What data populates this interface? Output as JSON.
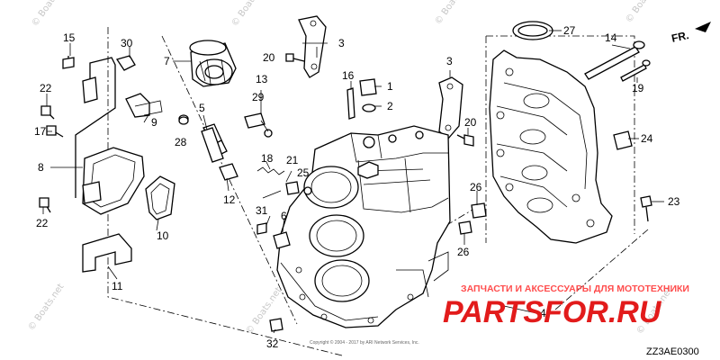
{
  "diagram": {
    "code": "ZZ3AE0300",
    "direction_label": "FR.",
    "watermark": "© Boats.net",
    "shop_text": "ЗАПЧАСТИ И АКСЕССУАРЫ ДЛЯ МОТОТЕХНИКИ",
    "shop_logo": "PARTSFOR.RU",
    "footer_text": "Copyright © 2004 - 2017 by ARI Network Services, Inc.",
    "callouts": [
      "1",
      "2",
      "3",
      "3",
      "4",
      "5",
      "6",
      "7",
      "8",
      "9",
      "10",
      "11",
      "12",
      "13",
      "14",
      "15",
      "16",
      "17",
      "18",
      "19",
      "20",
      "20",
      "21",
      "22",
      "22",
      "23",
      "24",
      "25",
      "26",
      "26",
      "27",
      "28",
      "29",
      "30",
      "31",
      "32"
    ]
  }
}
